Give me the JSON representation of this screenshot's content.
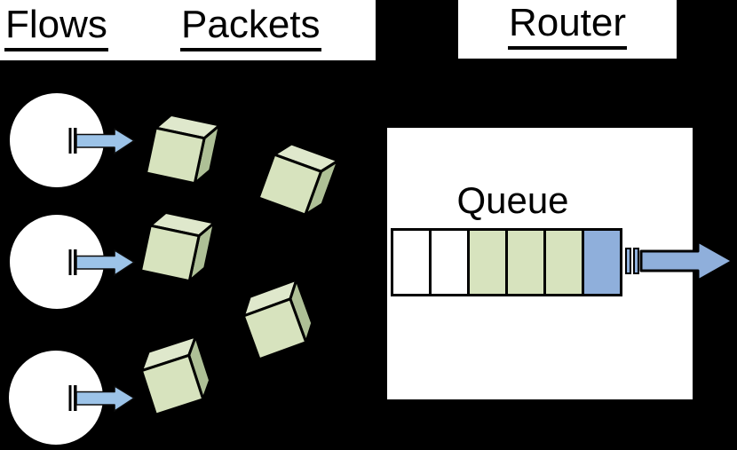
{
  "headers": {
    "flows": "Flows",
    "packets": "Packets",
    "router": "Router"
  },
  "flows": {
    "count": 3,
    "icon": "flow-circle-with-arrow"
  },
  "packets": {
    "count": 5,
    "icon": "packet-cube"
  },
  "router": {
    "queue": {
      "label": "Queue",
      "capacity": 6,
      "cells": [
        "empty",
        "empty",
        "occupied",
        "occupied",
        "occupied",
        "transmitting"
      ]
    },
    "output": {
      "icon": "right-arrow",
      "marker_bars": 2
    }
  },
  "colors": {
    "background": "#000000",
    "panel": "#ffffff",
    "text": "#000000",
    "packet_green": "#D7E3BE",
    "packet_green_top": "#DFE8CC",
    "packet_green_side": "#AEC096",
    "flow_arrow_blue": "#9CC3E8",
    "queue_blue": "#8FAFDB",
    "outline": "#000000"
  }
}
